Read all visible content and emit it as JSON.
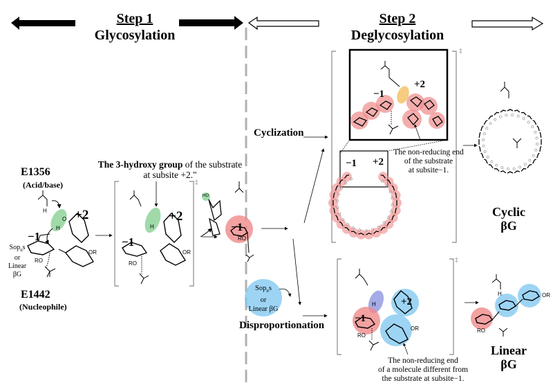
{
  "header": {
    "step1": {
      "title": "Step 1",
      "subtitle": "Glycosylation"
    },
    "step2": {
      "title": "Step 2",
      "subtitle": "Deglycosylation"
    }
  },
  "step1": {
    "acid_base_residue": "E1356",
    "acid_base_role": "(Acid/base)",
    "nucleophile_residue": "E1442",
    "nucleophile_role": "(Nucleophile)",
    "donor_label_line1": "Sop",
    "donor_label_sub": "n",
    "donor_label_line1_suffix": "s",
    "donor_label_line2": "or",
    "donor_label_line3": "Linear βG",
    "subsite_minus": "−1",
    "subsite_plus": "+2",
    "annotation_bold": "The 3-hydroxy group",
    "annotation_rest": " of the substrate",
    "annotation_line2": "at subsite +2.\"",
    "chem_labels": {
      "H": "H",
      "O": "O",
      "OR": "OR",
      "RO": "RO",
      "HO": "HO"
    },
    "transition_mark": "‡"
  },
  "step2": {
    "cyclization_label": "Cyclization",
    "disproportionation_label": "Disproportionation",
    "acceptor_line1": "Sop",
    "acceptor_sub": "n",
    "acceptor_suffix": "s",
    "acceptor_line2": "or",
    "acceptor_line3": "Linear βG",
    "cyclization_note": [
      "The non-reducing end",
      "of the substrate",
      "at subsite−1."
    ],
    "disproportionation_note": [
      "The non-reducing end",
      "of a molecule different from",
      "the substrate at subsite−1."
    ],
    "product_cyclic": [
      "Cyclic",
      "βG"
    ],
    "product_linear": [
      "Linear",
      "βG"
    ],
    "subsite_minus": "−1",
    "subsite_plus": "+2",
    "transition_mark": "‡"
  },
  "colors": {
    "green_highlight": "#8fd39a",
    "red_highlight": "#f08a8a",
    "blue_highlight": "#7cc6f0",
    "purple_highlight": "#8f96e0",
    "orange_highlight": "#f4c36a",
    "divider": "#b0b0b0",
    "bracket": "#888888"
  }
}
